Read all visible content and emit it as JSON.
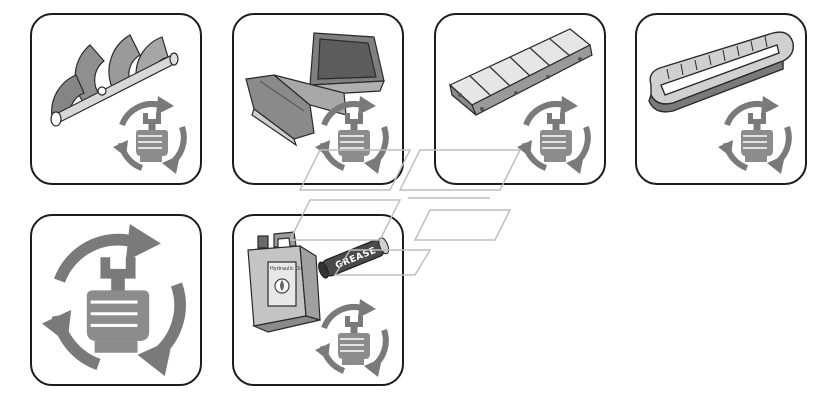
{
  "tiles": [
    {
      "subject": "auger-screw",
      "icon": "maintenance-cycle-icon"
    },
    {
      "subject": "hopper",
      "icon": "maintenance-cycle-icon"
    },
    {
      "subject": "conveyor-chain",
      "icon": "maintenance-cycle-icon"
    },
    {
      "subject": "crawler-track",
      "icon": "maintenance-cycle-icon"
    },
    {
      "subject": "general-maintenance",
      "icon": "maintenance-cycle-icon"
    },
    {
      "subject": "lubricants",
      "icon": "maintenance-cycle-icon"
    }
  ],
  "lubricants": {
    "grease_label": "GREASE",
    "oil_label": "Hydraulic Oil"
  },
  "colors": {
    "border": "#1c1c1c",
    "icon_gray": "#7a7a7a",
    "fill_gray": "#9a9a9a",
    "dark_gray": "#4a4a4a",
    "watermark": "#bdbdbd"
  }
}
